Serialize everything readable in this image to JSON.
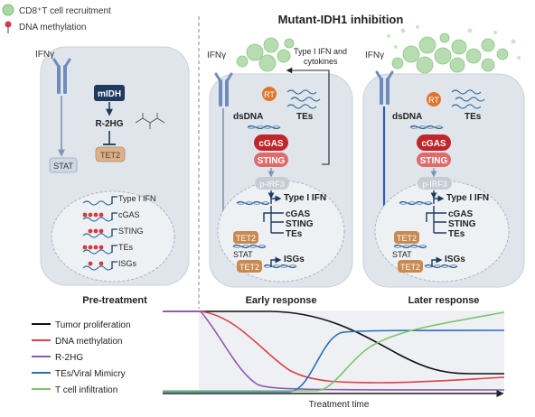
{
  "legend_top": {
    "cd8_label": "CD8⁺T cell recruitment",
    "methylation_label": "DNA methylation"
  },
  "section_title": "Mutant-IDH1 inhibition",
  "panel_pre": {
    "ifn": "IFNγ",
    "midh": "mIDH",
    "r2hg": "R-2HG",
    "tet2": "TET2",
    "stat": "STAT",
    "genes": [
      "Type I IFN",
      "cGAS",
      "STING",
      "TEs",
      "ISGs"
    ],
    "caption": "Pre-treatment"
  },
  "panel_early": {
    "ifn": "IFNγ",
    "cytokine_note_line1": "Type I IFN and",
    "cytokine_note_line2": "cytokines",
    "rt": "RT",
    "dsdna": "dsDNA",
    "tes": "TEs",
    "cgas": "cGAS",
    "sting": "STING",
    "pirf3": "p-IRF3",
    "tet2_a": "TET2",
    "tet2_b": "TET2",
    "stat": "STAT",
    "genes": [
      "Type I IFN",
      "cGAS",
      "STING",
      "TEs",
      "ISGs"
    ],
    "caption": "Early response"
  },
  "panel_later": {
    "ifn": "IFNγ",
    "rt": "RT",
    "dsdna": "dsDNA",
    "tes": "TEs",
    "cgas": "cGAS",
    "sting": "STING",
    "pirf3": "p-IRF3",
    "tet2_a": "TET2",
    "tet2_b": "TET2",
    "stat": "STAT",
    "genes": [
      "Type I IFN",
      "cGAS",
      "STING",
      "TEs",
      "ISGs"
    ],
    "caption": "Later response"
  },
  "timeline": {
    "xlabel": "Treatment time",
    "legend": [
      {
        "name": "Tumor proliferation",
        "color": "#111111"
      },
      {
        "name": "DNA methylation",
        "color": "#d9434a"
      },
      {
        "name": "R-2HG",
        "color": "#8e5bb3"
      },
      {
        "name": "TEs/Viral Mimicry",
        "color": "#2b6fb6"
      },
      {
        "name": "T cell infiltration",
        "color": "#7cc46b"
      }
    ]
  },
  "colors": {
    "cell_fill": "#dfe5ea",
    "nucleus_fill": "#eef1f4",
    "navy": "#1f3a5f",
    "cgas_red": "#c0262b",
    "sting_pink": "#e06b6b",
    "tet2_orange": "#c98a52",
    "rt_orange": "#e0762c",
    "green_cell": "#9ccf95",
    "meth_red": "#d23a3f"
  }
}
